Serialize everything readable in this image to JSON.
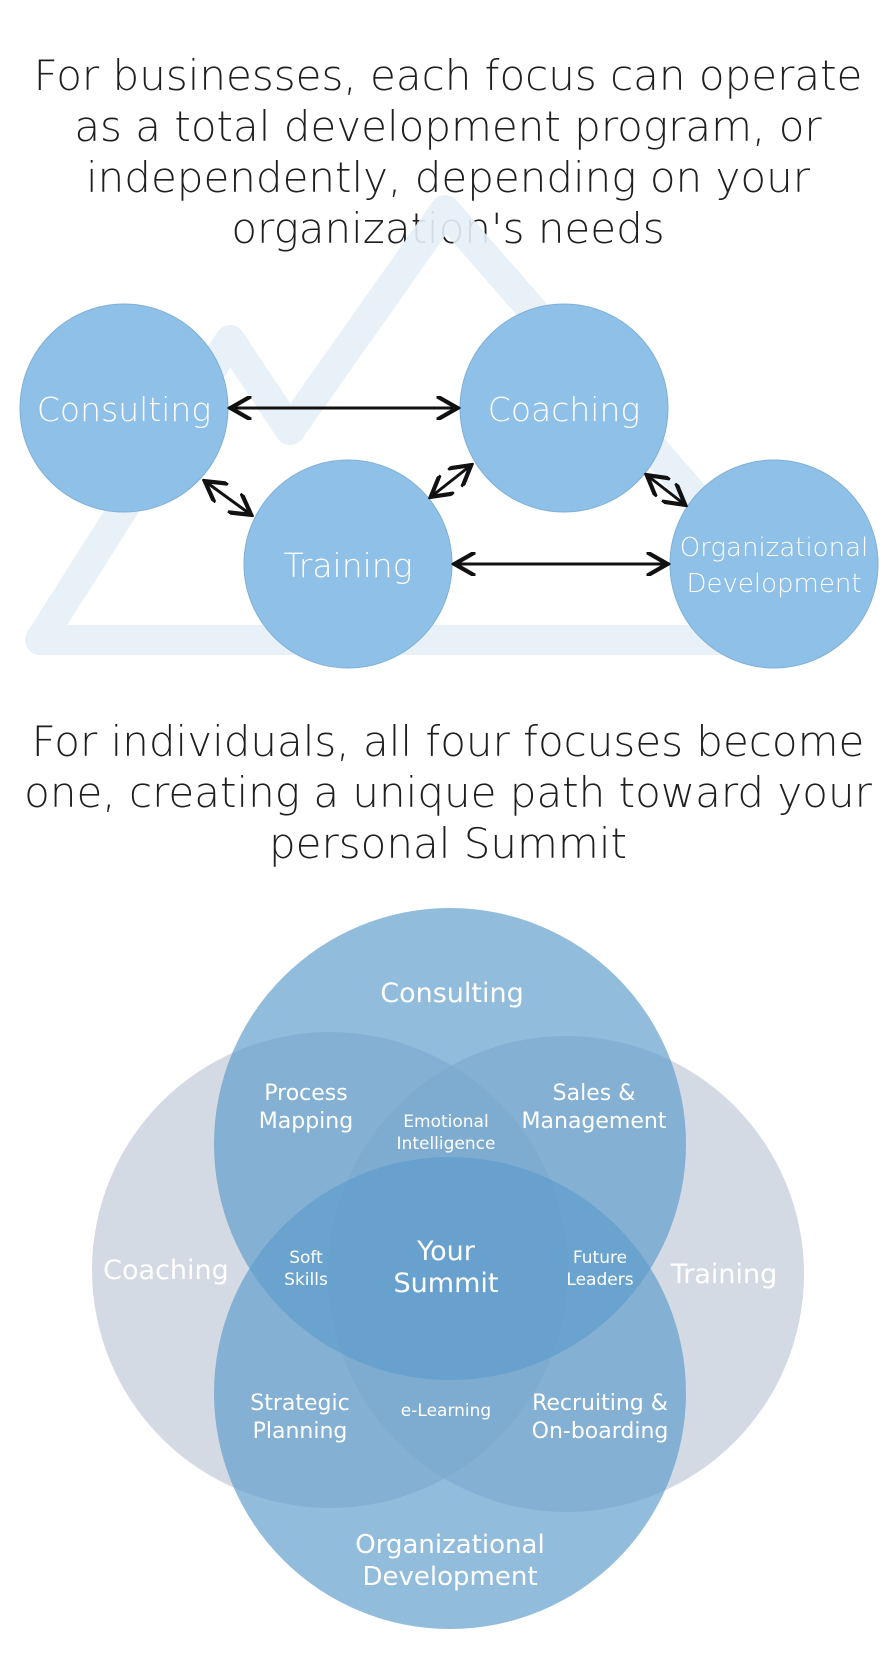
{
  "business_section": {
    "heading": "For businesses, each focus can operate\nas a total development program, or\nindependently, depending on your\norganization's needs",
    "nodes": {
      "consulting": "Consulting",
      "coaching": "Coaching",
      "training": "Training",
      "organizational_development": [
        "Organizational",
        "Development"
      ]
    }
  },
  "individual_section": {
    "heading": "For individuals, all four focuses become\none, creating a unique path toward your\npersonal Summit",
    "venn": {
      "consulting": "Consulting",
      "coaching": "Coaching",
      "training": "Training",
      "organizational_development": [
        "Organizational",
        "Development"
      ],
      "process_mapping": [
        "Process",
        "Mapping"
      ],
      "sales_management": [
        "Sales &",
        "Management"
      ],
      "emotional_intelligence": [
        "Emotional",
        "Intelligence"
      ],
      "soft_skills": [
        "Soft",
        "Skills"
      ],
      "your_summit": [
        "Your",
        "Summit"
      ],
      "future_leaders": [
        "Future",
        "Leaders"
      ],
      "strategic_planning": [
        "Strategic",
        "Planning"
      ],
      "e_learning": "e-Learning",
      "recruiting_onboarding": [
        "Recruiting &",
        "On-boarding"
      ]
    }
  },
  "colors": {
    "node_blue": "#8ec0e8",
    "venn_blue": "#5e9ccb",
    "venn_gray": "#b8c4d4",
    "watermark": "#e9f0f7",
    "arrow": "#111111"
  }
}
